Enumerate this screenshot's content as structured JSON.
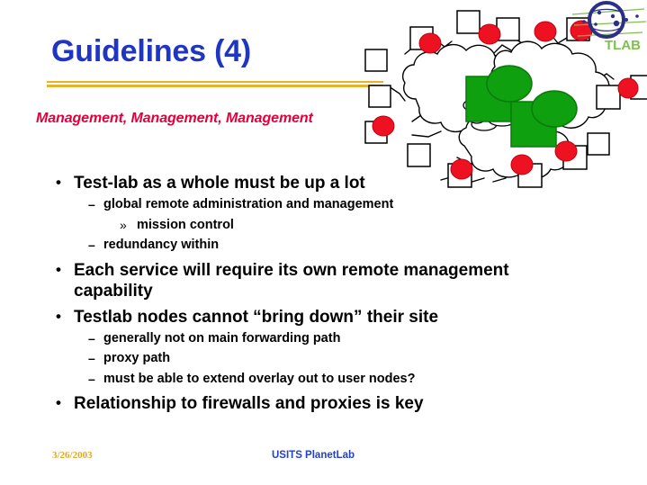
{
  "slide": {
    "title": "Guidelines (4)",
    "subtitle": "Management, Management, Management",
    "colors": {
      "title_blue": "#1F35C4",
      "rule_gold": "#E8B32C",
      "subtitle_red": "#E4003B",
      "footer_date_gold": "#E0A91F",
      "footer_center_blue": "#2341C8",
      "node_red": "#EE1122",
      "node_green": "#0FA010",
      "logo_blue": "#2B2F86",
      "logo_green": "#7FBF4F"
    }
  },
  "body": {
    "bullets": [
      {
        "level": 1,
        "marker": "•",
        "text": "Test-lab as a whole must be up a lot"
      },
      {
        "level": 2,
        "marker": "–",
        "text": "global remote administration and management"
      },
      {
        "level": 3,
        "marker": "»",
        "text": "mission control"
      },
      {
        "level": 2,
        "marker": "–",
        "text": "redundancy within"
      },
      {
        "level": 1,
        "marker": "•",
        "text": "Each service will require its own remote management capability"
      },
      {
        "level": 1,
        "marker": "•",
        "text": "Testlab nodes cannot “bring down” their site"
      },
      {
        "level": 2,
        "marker": "–",
        "text": "generally not on main forwarding path"
      },
      {
        "level": 2,
        "marker": "–",
        "text": "proxy path"
      },
      {
        "level": 2,
        "marker": "–",
        "text": "must be able to extend overlay out to user nodes?"
      },
      {
        "level": 1,
        "marker": "•",
        "text": "Relationship to firewalls and proxies is key"
      }
    ]
  },
  "footer": {
    "date": "3/26/2003",
    "center": "USITS PlanetLab"
  },
  "artwork": {
    "name": "planetlab-cloud-network-diagram",
    "description": "Three overlapping outlined clouds with red circular nodes, white square hosts and two green square-and-circle servers",
    "logo_text": "TLAB"
  }
}
